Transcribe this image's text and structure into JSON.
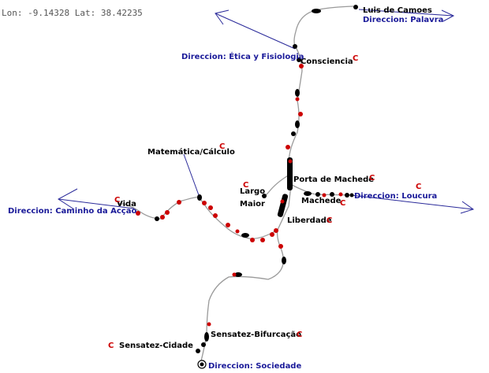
{
  "coordinates": {
    "text": "Lon: -9.14328 Lat: 38.42235"
  },
  "stations": [
    {
      "name": "Luis de Camoes"
    },
    {
      "name": "Consciencia"
    },
    {
      "name": "Matemática/Cálculo"
    },
    {
      "name": "Porta de Machede"
    },
    {
      "name": "Largo"
    },
    {
      "name": "Maior"
    },
    {
      "name": "Machede"
    },
    {
      "name": "Liberdade"
    },
    {
      "name": "Vida"
    },
    {
      "name": "Sensatez-Bifurcação"
    },
    {
      "name": "Sensatez-Cidade"
    }
  ],
  "directions": [
    {
      "label": "Direccion: Palavra"
    },
    {
      "label": "Direccion: Ética y Fisiologia"
    },
    {
      "label": "Direccion: Loucura"
    },
    {
      "label": "Direccion: Caminho da Acçao"
    },
    {
      "label": "Direccion: Sociedade"
    }
  ],
  "marker_letter": "C",
  "colors": {
    "background": "#ffffff",
    "route": "#9a9a9a",
    "direction_text": "#1a1a99",
    "direction_arrow": "#2a2a9a",
    "stop_black": "#000000",
    "stop_red": "#cc0000",
    "marker_c": "#cc0000"
  }
}
